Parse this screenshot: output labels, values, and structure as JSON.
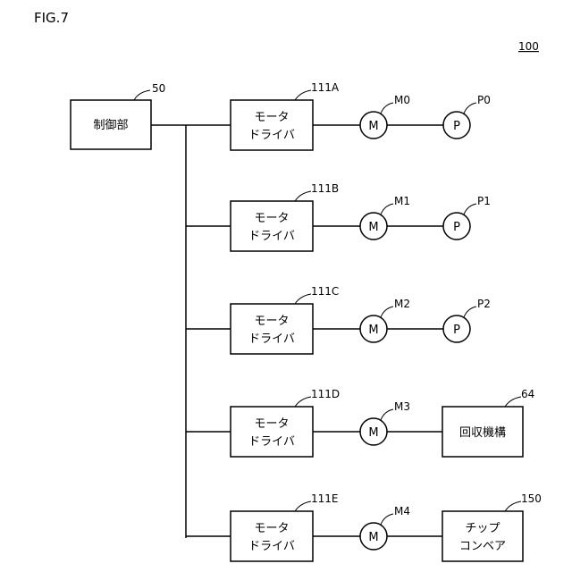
{
  "figure_label": "FIG.7",
  "system_ref": "100",
  "controller": {
    "label": "制御部",
    "ref": "50"
  },
  "rows": [
    {
      "driver_line1": "モータ",
      "driver_line2": "ドライバ",
      "driver_ref": "111A",
      "motor": "M",
      "motor_ref": "M0",
      "end_type": "circle",
      "end_label": "P",
      "end_ref": "P0"
    },
    {
      "driver_line1": "モータ",
      "driver_line2": "ドライバ",
      "driver_ref": "111B",
      "motor": "M",
      "motor_ref": "M1",
      "end_type": "circle",
      "end_label": "P",
      "end_ref": "P1"
    },
    {
      "driver_line1": "モータ",
      "driver_line2": "ドライバ",
      "driver_ref": "111C",
      "motor": "M",
      "motor_ref": "M2",
      "end_type": "circle",
      "end_label": "P",
      "end_ref": "P2"
    },
    {
      "driver_line1": "モータ",
      "driver_line2": "ドライバ",
      "driver_ref": "111D",
      "motor": "M",
      "motor_ref": "M3",
      "end_type": "box",
      "end_label": "回収機構",
      "end_ref": "64"
    },
    {
      "driver_line1": "モータ",
      "driver_line2": "ドライバ",
      "driver_ref": "111E",
      "motor": "M",
      "motor_ref": "M4",
      "end_type": "box2",
      "end_label_line1": "チップ",
      "end_label_line2": "コンベア",
      "end_ref": "150"
    }
  ]
}
